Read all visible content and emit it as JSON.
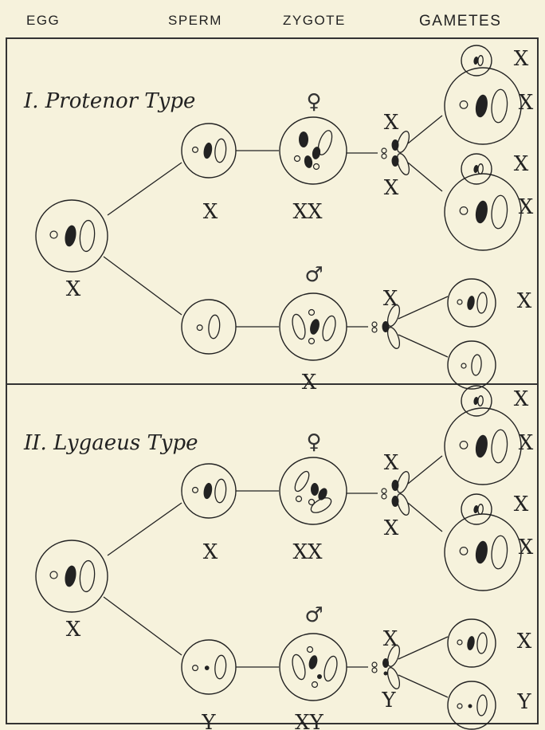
{
  "headers": {
    "egg": "EGG",
    "sperm": "SPERM",
    "zygote": "ZYGOTE",
    "gametes": "GAMETES"
  },
  "panels": [
    {
      "title": "I. Protenor Type",
      "egg_label": "X",
      "sperm_labels": [
        "X",
        ""
      ],
      "zygote_labels": [
        "XX",
        "X"
      ],
      "zygote_symbols": [
        "♀",
        "♂"
      ],
      "division_labels": [
        "X",
        "X",
        "X"
      ],
      "gamete_labels": [
        "X",
        "X",
        "X",
        "X",
        "X",
        ""
      ]
    },
    {
      "title": "II. Lygaeus Type",
      "egg_label": "X",
      "sperm_labels": [
        "X",
        "Y"
      ],
      "zygote_labels": [
        "XX",
        "XY"
      ],
      "zygote_symbols": [
        "♀",
        "♂"
      ],
      "division_labels": [
        "X",
        "X",
        "X",
        "Y"
      ],
      "gamete_labels": [
        "X",
        "X",
        "X",
        "X",
        "X",
        "Y"
      ]
    }
  ],
  "colors": {
    "ink": "#222222",
    "paper": "#f6f2dc"
  }
}
